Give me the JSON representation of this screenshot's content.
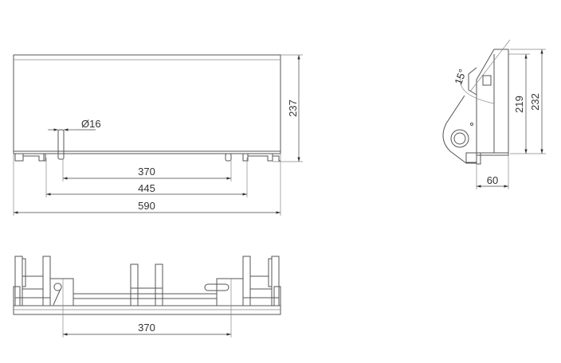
{
  "front_view": {
    "pin_diameter": "Ø16",
    "pin_spacing": "370",
    "lug_spacing": "445",
    "overall_width": "590",
    "overall_height": "237"
  },
  "side_view": {
    "angle": "15°",
    "inner_height": "219",
    "outer_height": "232",
    "depth": "60"
  },
  "bottom_view": {
    "pin_spacing": "370"
  }
}
